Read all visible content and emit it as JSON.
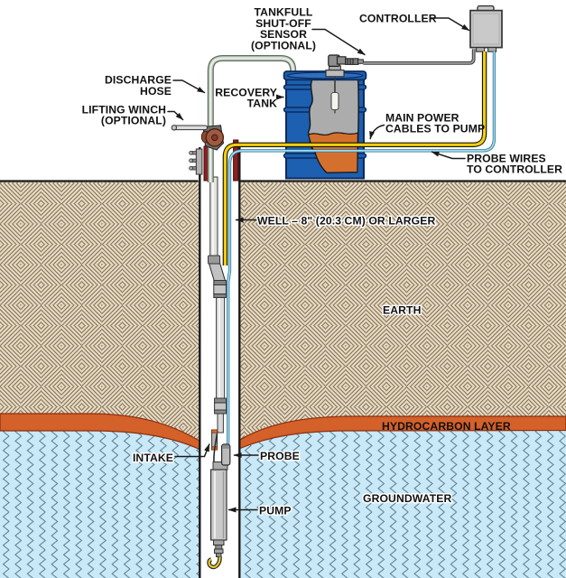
{
  "figure": "groundwater-hydrocarbon-recovery-well-diagram",
  "labels": {
    "tankfull": [
      "TANKFULL",
      "SHUT-OFF",
      "SENSOR",
      "(OPTIONAL)"
    ],
    "controller": "CONTROLLER",
    "discharge": [
      "DISCHARGE",
      "HOSE"
    ],
    "lifting": [
      "LIFTING WINCH",
      "(OPTIONAL)"
    ],
    "recovery": [
      "RECOVERY",
      "TANK"
    ],
    "main_power": [
      "MAIN POWER",
      "CABLES TO PUMP"
    ],
    "probe_wires": [
      "PROBE WIRES",
      "TO CONTROLLER"
    ],
    "well": "WELL – 8\" (20.3 CM) OR LARGER",
    "earth": "EARTH",
    "hydrocarbon": "HYDROCARBON LAYER",
    "intake": "INTAKE",
    "probe": "PROBE",
    "groundwater": "GROUNDWATER",
    "pump": "PUMP"
  },
  "colors": {
    "earth_bg": "#EBDCC4",
    "earth_line": "#73634D",
    "water_bg": "#C9E9F8",
    "water_line": "#5F7F8F",
    "hydrocarbon": "#D4602A",
    "drum_blue": "#1D5FB0",
    "liquid_orange": "#D4702E",
    "cutaway_gray": "#ACACAC",
    "cable_yellow": "#F3CF0B",
    "cable_blue": "#9ADDF5",
    "metal_gray": "#C9C9C9",
    "post_red": "#8E1F1F",
    "winch_brown": "#A05A41"
  }
}
